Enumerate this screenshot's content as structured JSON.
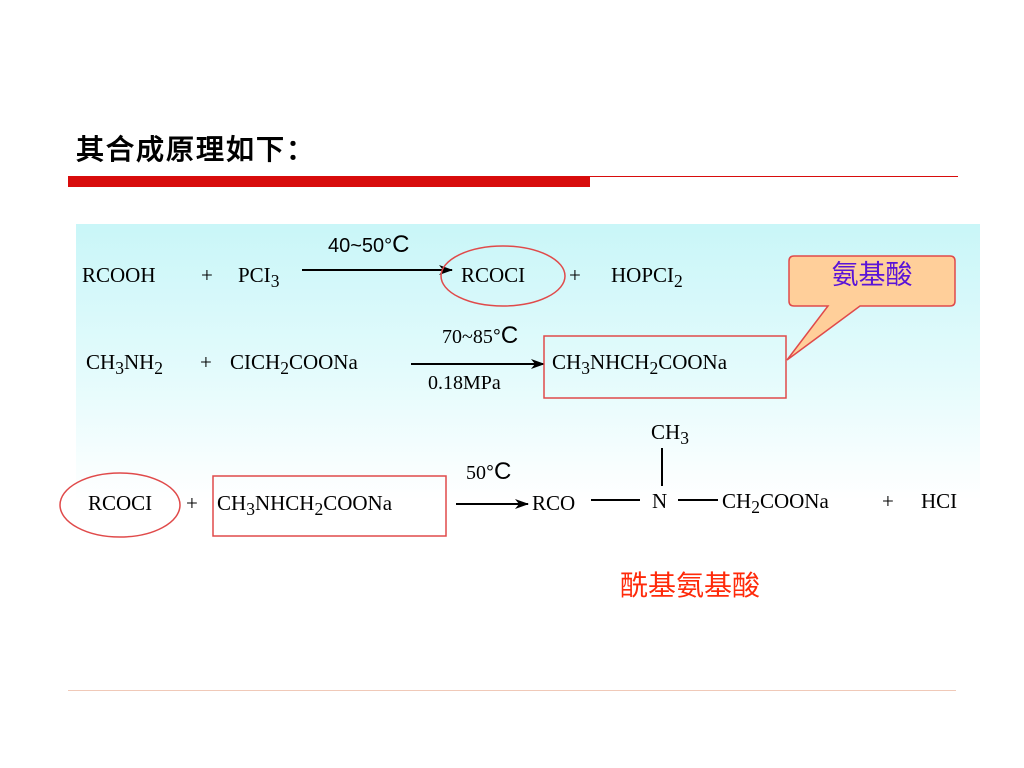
{
  "slide": {
    "title": "其合成原理如下："
  },
  "reaction1": {
    "reactant_a": "RCOOH",
    "plus_1": "+",
    "reactant_b": "PCI",
    "reactant_b_sub": "3",
    "cond_temp": "40~50",
    "cond_deg": "°",
    "cond_unit": "C",
    "product_a": "RCOCI",
    "plus_2": "+",
    "product_b": "HOPCI",
    "product_b_sub": "2"
  },
  "reaction2": {
    "r1_a": "CH",
    "r1_sub1": "3",
    "r1_b": "NH",
    "r1_sub2": "2",
    "plus": "+",
    "r2_a": "CICH",
    "r2_sub": "2",
    "r2_b": "COONa",
    "cond_temp": "70~85",
    "cond_deg": "°",
    "cond_unit": "C",
    "cond_pressure": "0.18MPa",
    "p_a": "CH",
    "p_sub1": "3",
    "p_b": "NHCH",
    "p_sub2": "2",
    "p_c": "COONa"
  },
  "reaction3": {
    "r1": "RCOCI",
    "plus_1": "+",
    "r2_a": "CH",
    "r2_sub1": "3",
    "r2_b": "NHCH",
    "r2_sub2": "2",
    "r2_c": "COONa",
    "cond_temp": "50",
    "cond_deg": "°",
    "cond_unit": "C",
    "prod_rco": "RCO",
    "prod_n": "N",
    "methyl_a": "CH",
    "methyl_sub": "3",
    "tail_a": "CH",
    "tail_sub": "2",
    "tail_b": "COONa",
    "plus_2": "+",
    "byproduct": "HCI"
  },
  "callout": {
    "text": "氨基酸"
  },
  "product_label": {
    "text": "酰基氨基酸"
  },
  "colors": {
    "accent_red": "#d80c0c",
    "callout_fill": "#ffcf9a",
    "callout_text": "#5a14d8",
    "label_red": "#ff2a0a"
  }
}
